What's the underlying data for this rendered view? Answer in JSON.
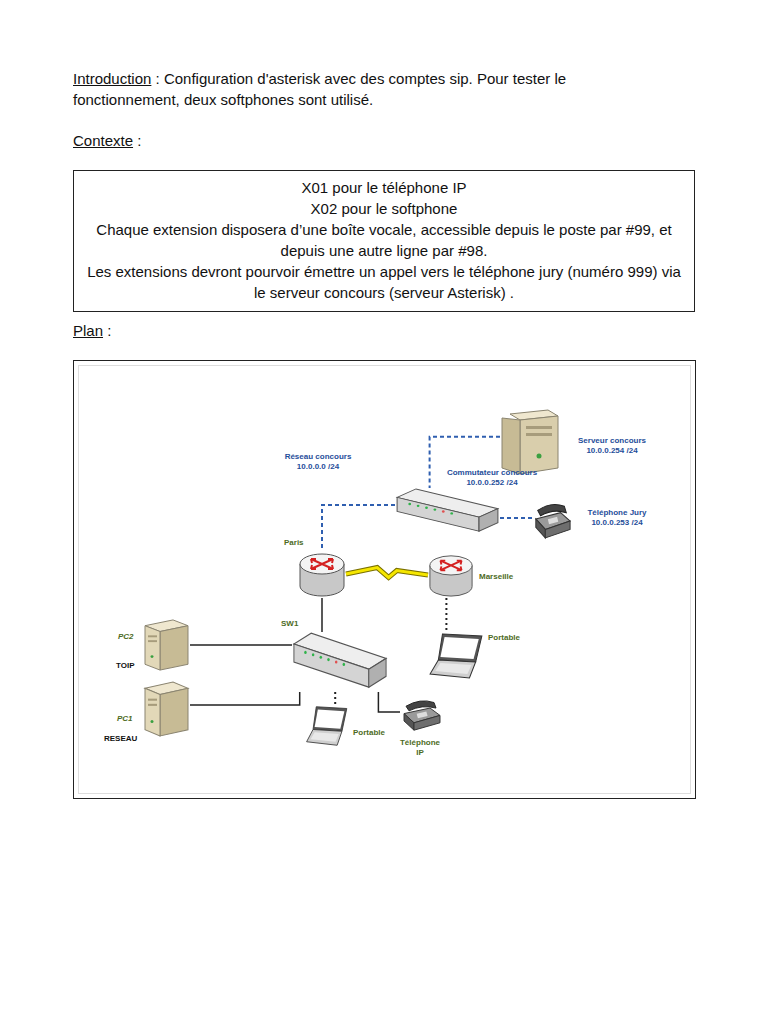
{
  "diagram": {
    "nodes": [
      {
        "text": [
          "X01 pour le téléphone IP",
          "X02 pour le softphone",
          "Chaque extension disposera d’une boîte vocale, accessible depuis le poste par #99, et depuis une autre ligne par #98.",
          "Les extensions devront pourvoir émettre un appel vers le téléphone jury (numéro 999) via le serveur concours (serveur Asterisk) ."
        ]
      },
      {
        "text": [
          "Serveur concours 10.0.0.254 /24"
        ]
      },
      {
        "text": [
          "Commutateur concours 10.0.0.252 /24"
        ]
      },
      {
        "text": [
          "Téléphone Jury 10.0.0.253 /24"
        ]
      },
      {
        "text": [
          "Paris"
        ]
      },
      {
        "text": [
          "Marseille"
        ]
      },
      {
        "text": [
          "SW1"
        ]
      },
      {
        "text": [
          "PC2",
          "TOIP"
        ]
      },
      {
        "text": [
          "PC1",
          "RESEAU"
        ]
      },
      {
        "text": [
          "Portable"
        ]
      },
      {
        "text": [
          "Portable"
        ]
      },
      {
        "text": [
          "Téléphone IP"
        ]
      }
    ],
    "edges": [
      {
        "from": 1,
        "to": 2,
        "arrow": "none"
      },
      {
        "from": 2,
        "to": 3,
        "arrow": "none"
      },
      {
        "from": 2,
        "to": 4,
        "arrow": "none"
      },
      {
        "from": 4,
        "to": 5,
        "arrow": "none"
      },
      {
        "from": 4,
        "to": 6,
        "arrow": "none"
      },
      {
        "from": 7,
        "to": 6,
        "arrow": "none"
      },
      {
        "from": 8,
        "to": 6,
        "arrow": "none"
      },
      {
        "from": 5,
        "to": 9,
        "arrow": "none"
      },
      {
        "from": 6,
        "to": 10,
        "arrow": "none"
      },
      {
        "from": 6,
        "to": 11,
        "arrow": "none"
      }
    ],
    "labels": [
      "Introduction",
      ": Configuration d'asterisk avec des comptes sip. Pour tester le fonctionnement, deux softphones sont utilisé.",
      "Contexte",
      ":",
      "Plan",
      ":",
      "Réseau concours 10.0.0.0 /24"
    ]
  }
}
